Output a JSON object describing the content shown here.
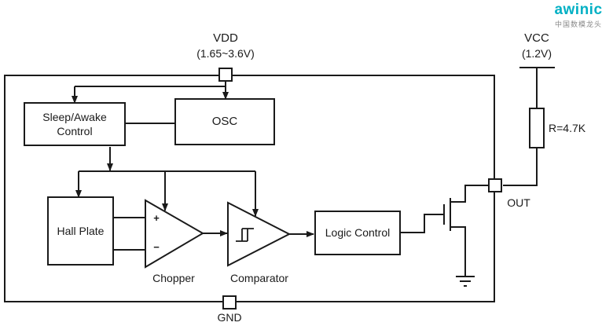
{
  "logo": {
    "brand": "awinic",
    "tagline": "中国数模龙头",
    "brand_color": "#00b0c4",
    "tagline_color": "#8a8a8a"
  },
  "power": {
    "vdd": {
      "label": "VDD",
      "range": "(1.65~3.6V)"
    },
    "vcc": {
      "label": "VCC",
      "range": "(1.2V)"
    },
    "resistor_label": "R=4.7K"
  },
  "pins": {
    "out_label": "OUT",
    "gnd_label": "GND"
  },
  "blocks": {
    "sleep_awake_label": "Sleep/Awake\nControl",
    "osc_label": "OSC",
    "hall_label": "Hall Plate",
    "chopper_label": "Chopper",
    "chopper_plus": "+",
    "chopper_minus": "−",
    "comparator_label": "Comparator",
    "logic_label": "Logic Control"
  },
  "colors": {
    "line": "#1a1a1a"
  }
}
